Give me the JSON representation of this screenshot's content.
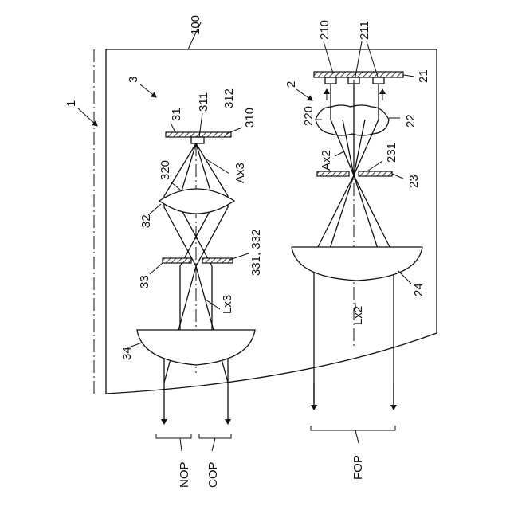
{
  "labels": {
    "assembly": "1",
    "housing": "100",
    "unit3": "3",
    "unit2": "2",
    "l31": "31",
    "l311": "311",
    "l312": "312",
    "l310": "310",
    "l320": "320",
    "lAx3": "Ax3",
    "l32": "32",
    "l331_332": "331, 332",
    "l33": "33",
    "lLx3": "Lx3",
    "l34": "34",
    "l210": "210",
    "l211": "211",
    "l21": "21",
    "l220": "220",
    "l22": "22",
    "lAx2": "Ax2",
    "l231": "231",
    "l23": "23",
    "l24": "24",
    "lLx2": "Lx2",
    "NOP": "NOP",
    "COP": "COP",
    "FOP": "FOP"
  }
}
